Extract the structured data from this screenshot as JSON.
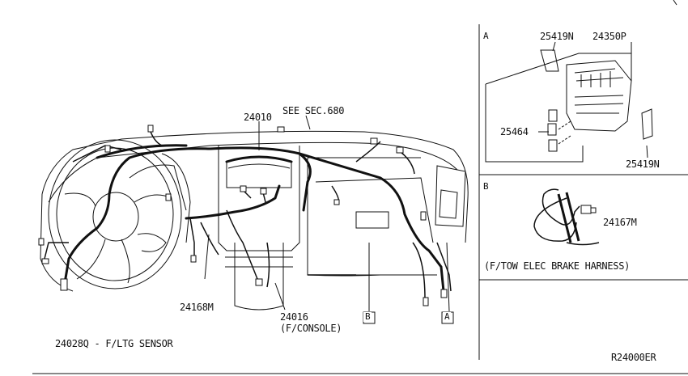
{
  "labels": {
    "see_sec": "SEE SEC.680",
    "p24010": "24010",
    "p24168m": "24168M",
    "p24016": "24016",
    "f_console": "(F/CONSOLE)",
    "p24028q": "24028Q - F/LTG SENSOR",
    "ref_b": "B",
    "ref_a": "A",
    "diagram_code": "R24000ER"
  },
  "panel_a": {
    "title": "A",
    "p25419n_top": "25419N",
    "p24350p": "24350P",
    "p25464": "25464",
    "p25419n_bottom": "25419N"
  },
  "panel_b": {
    "title": "B",
    "p24167m": "24167M",
    "caption": "(F/TOW ELEC BRAKE HARNESS)"
  }
}
